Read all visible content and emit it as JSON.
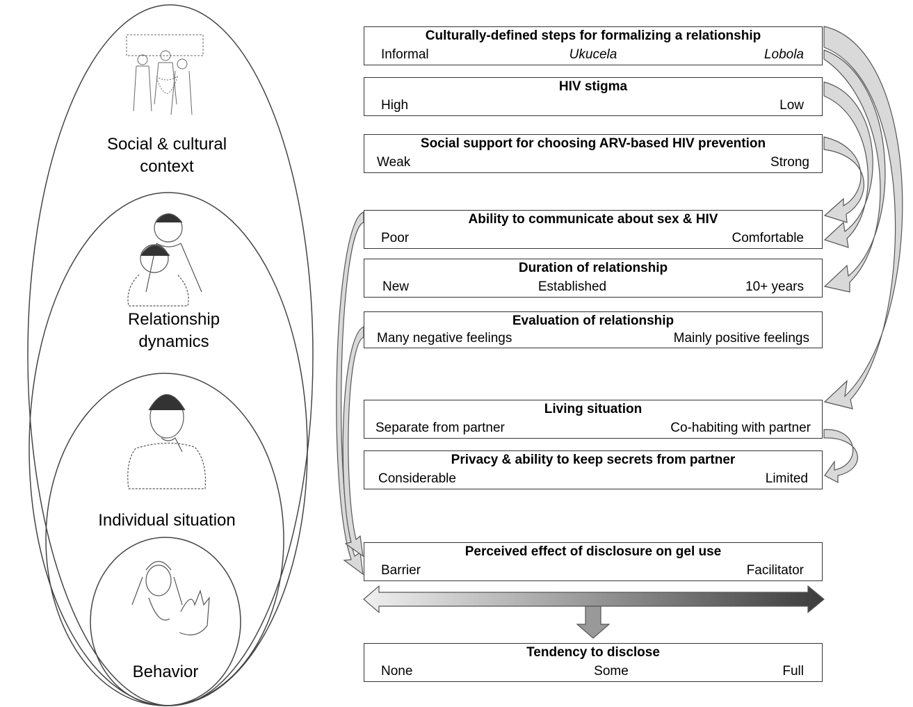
{
  "context_levels": [
    {
      "label_line1": "Social & cultural",
      "label_line2": "context",
      "icon": "crowd-illustration"
    },
    {
      "label_line1": "Relationship",
      "label_line2": "dynamics",
      "icon": "couple-illustration"
    },
    {
      "label_line1": "Individual situation",
      "label_line2": "",
      "icon": "woman-thinking-illustration"
    },
    {
      "label_line1": "Behavior",
      "label_line2": "",
      "icon": "woman-gesturing-illustration"
    }
  ],
  "factors": [
    {
      "title": "Culturally-defined steps for formalizing a relationship",
      "left": "Informal",
      "middle": "Ukucela",
      "right": "Lobola"
    },
    {
      "title": "HIV stigma",
      "left": "High",
      "middle": "",
      "right": "Low"
    },
    {
      "title": "Social support for choosing ARV-based HIV prevention",
      "left": "Weak",
      "middle": "",
      "right": "Strong"
    },
    {
      "title": "Ability to communicate about sex & HIV",
      "left": "Poor",
      "middle": "",
      "right": "Comfortable"
    },
    {
      "title": "Duration of relationship",
      "left": "New",
      "middle": "Established",
      "right": "10+ years"
    },
    {
      "title": "Evaluation of relationship",
      "left": "Many negative feelings",
      "middle": "",
      "right": "Mainly positive feelings"
    },
    {
      "title": "Living situation",
      "left": "Separate from partner",
      "middle": "",
      "right": "Co-habiting with partner"
    },
    {
      "title": "Privacy & ability to keep secrets from partner",
      "left": "Considerable",
      "middle": "",
      "right": "Limited"
    },
    {
      "title": "Perceived effect of disclosure on gel use",
      "left": "Barrier",
      "middle": "",
      "right": "Facilitator"
    }
  ],
  "outcome": {
    "title": "Tendency to disclose",
    "left": "None",
    "middle": "Some",
    "right": "Full"
  },
  "colors": {
    "arrow_fill": "#d9d9d9",
    "arrow_stroke": "#555555",
    "gradient_start": "#eeeeee",
    "gradient_end": "#404040"
  }
}
